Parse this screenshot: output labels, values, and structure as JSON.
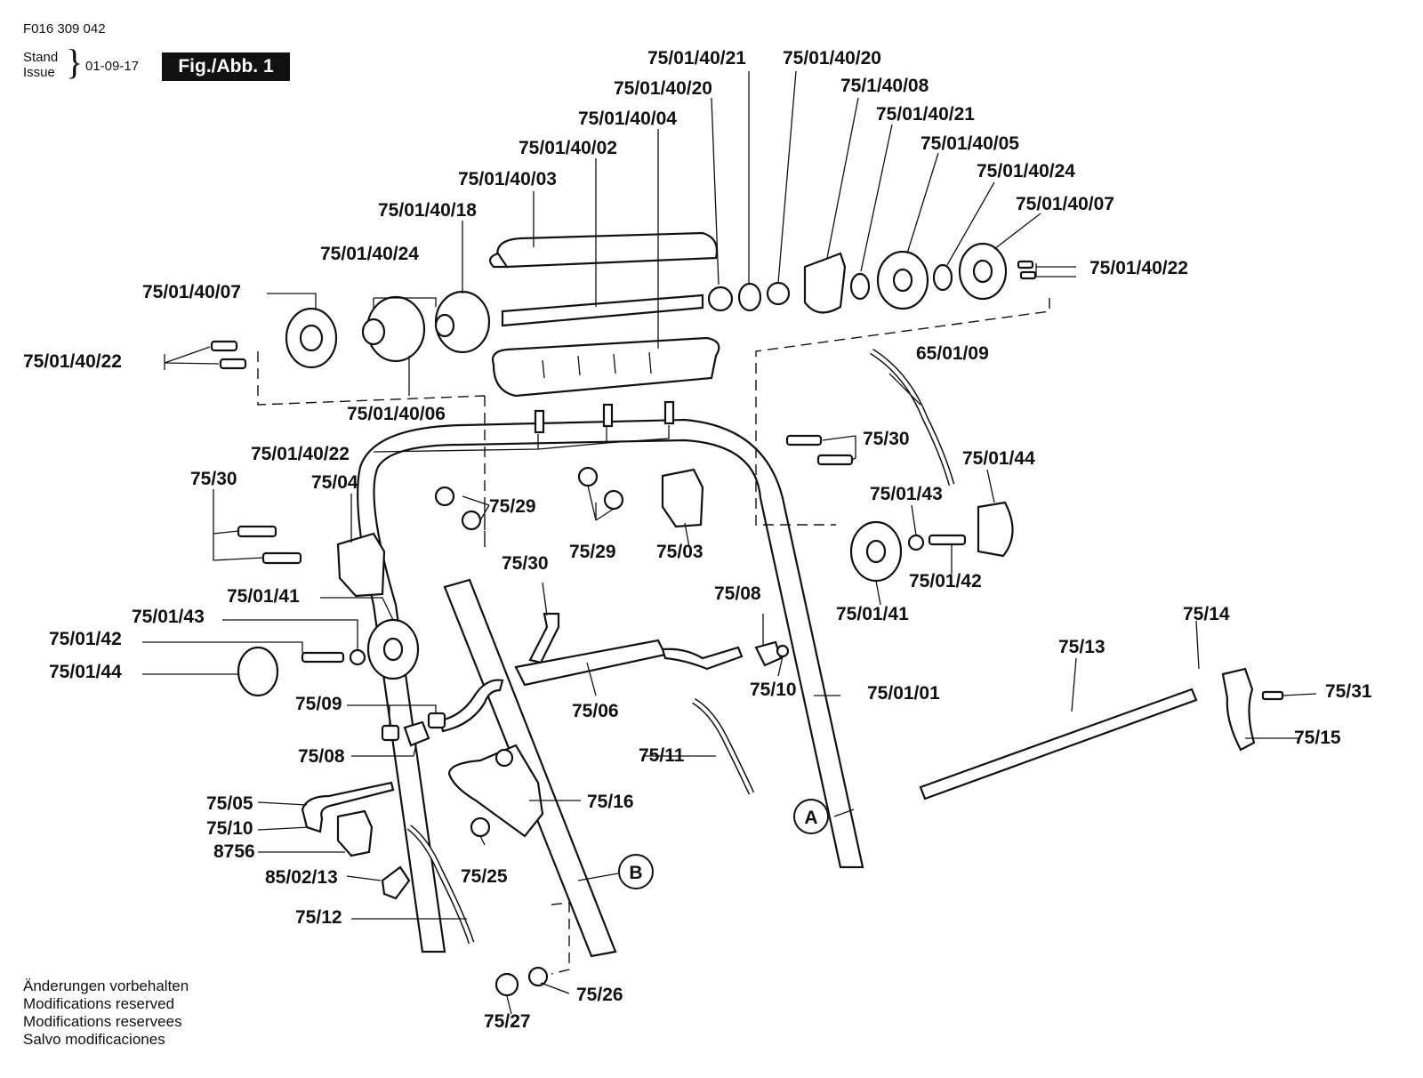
{
  "header": {
    "doc_number": "F016 309 042",
    "stand_label": "Stand",
    "issue_label": "Issue",
    "date": "01-09-17",
    "figure_label": "Fig./Abb. 1"
  },
  "footer": {
    "notes": [
      "Änderungen vorbehalten",
      "Modifications reserved",
      "Modifications reservees",
      "Salvo modificaciones"
    ]
  },
  "parts": {
    "p01": "75/01/40/21",
    "p02": "75/01/40/20",
    "p03": "75/01/40/20",
    "p04": "75/1/40/08",
    "p05": "75/01/40/04",
    "p06": "75/01/40/21",
    "p07": "75/01/40/02",
    "p08": "75/01/40/05",
    "p09": "75/01/40/03",
    "p10": "75/01/40/24",
    "p11": "75/01/40/18",
    "p12": "75/01/40/07",
    "p13": "75/01/40/24",
    "p14": "75/01/40/22",
    "p15": "75/01/40/07",
    "p16": "75/01/40/22",
    "p17": "75/01/40/06",
    "p18": "65/01/09",
    "p19": "75/01/40/22",
    "p20": "75/30",
    "p21": "75/30",
    "p22": "75/04",
    "p23": "75/29",
    "p24": "75/01/44",
    "p25": "75/01/43",
    "p26": "75/29",
    "p27": "75/03",
    "p28": "75/01/42",
    "p29": "75/30",
    "p30": "75/01/41",
    "p31": "75/01/41",
    "p32": "75/01/43",
    "p33": "75/08",
    "p34": "75/01/42",
    "p35": "75/01/44",
    "p36": "75/14",
    "p37": "75/13",
    "p38": "75/06",
    "p39": "75/10",
    "p40": "75/01/01",
    "p41": "75/31",
    "p42": "75/09",
    "p43": "75/15",
    "p44": "75/08",
    "p45": "75/11",
    "p46": "75/16",
    "p47": "75/05",
    "p48": "75/10",
    "p49": "8756",
    "p50": "75/25",
    "p51": "85/02/13",
    "p52": "75/12",
    "p53": "75/26",
    "p54": "75/27"
  },
  "markers": {
    "a": "A",
    "b": "B"
  }
}
